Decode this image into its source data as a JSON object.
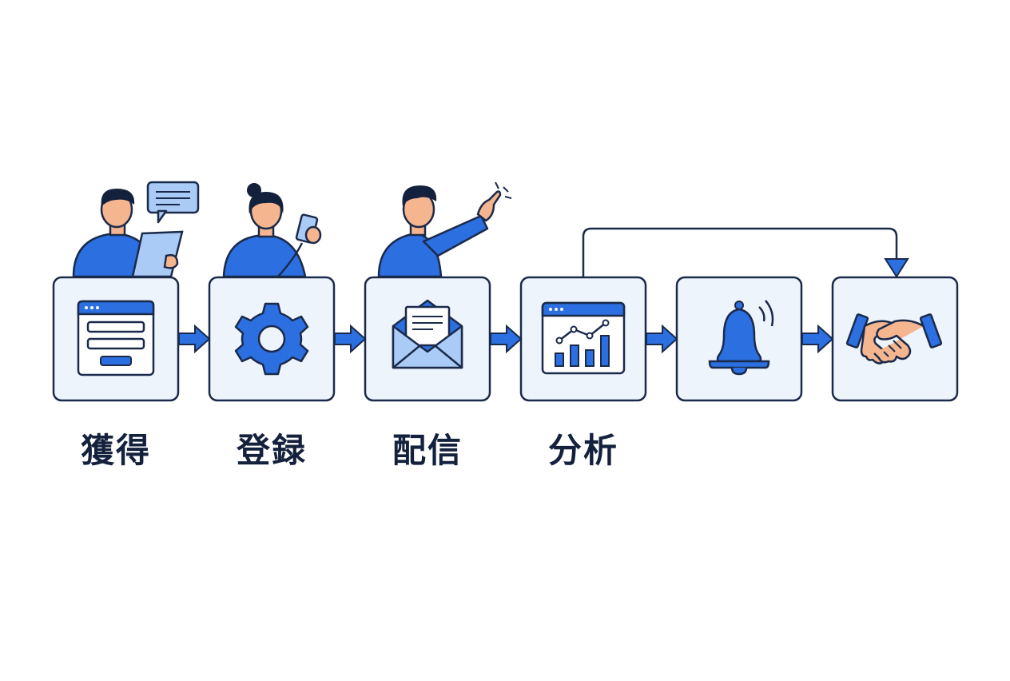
{
  "flow": {
    "steps": [
      {
        "label": "獲得",
        "icon": "signup-form-icon",
        "person": "person-with-tablet"
      },
      {
        "label": "登録",
        "icon": "gear-icon",
        "person": "person-with-phone"
      },
      {
        "label": "配信",
        "icon": "envelope-icon",
        "person": "person-pointing"
      },
      {
        "label": "分析",
        "icon": "analytics-chart-icon",
        "person": ""
      },
      {
        "label": "",
        "icon": "bell-icon",
        "person": ""
      },
      {
        "label": "",
        "icon": "handshake-icon",
        "person": ""
      }
    ],
    "loop_connector": {
      "from_step": 4,
      "to_step": 6
    }
  },
  "colors": {
    "navy": "#1b2a4a",
    "blue": "#2b6fe0",
    "light_blue": "#a9cbf5",
    "box_fill": "#eef4fc",
    "skin": "#f5b58e"
  }
}
